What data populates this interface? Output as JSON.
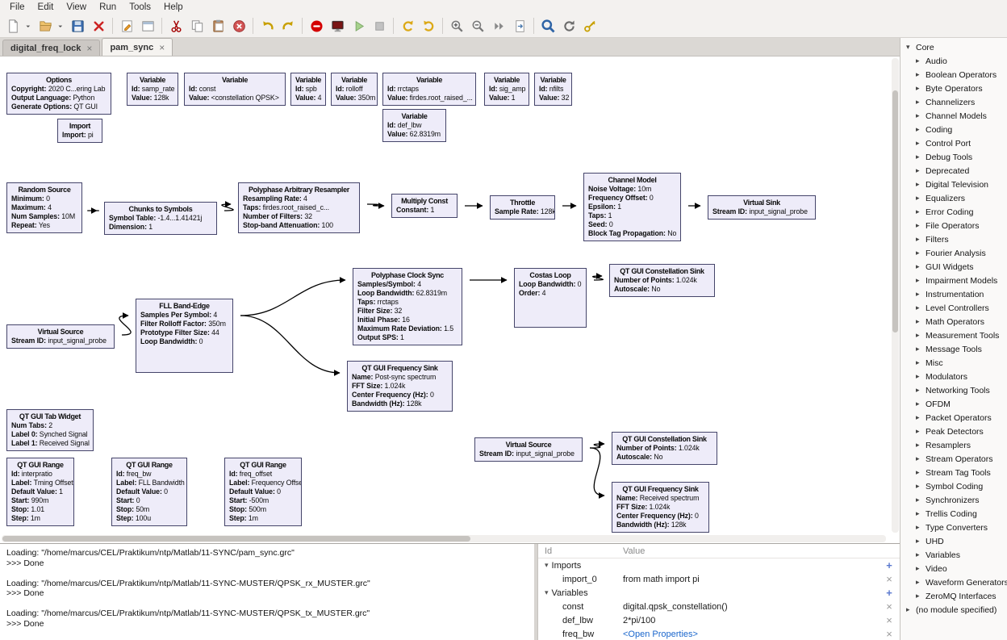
{
  "menubar": {
    "items": [
      "File",
      "Edit",
      "View",
      "Run",
      "Tools",
      "Help"
    ]
  },
  "toolbar": {
    "buttons": [
      "new-flowgraph",
      "dropdown",
      "open-flowgraph",
      "dropdown",
      "save",
      "close",
      "|",
      "screen-capture",
      "flowgraph-properties",
      "|",
      "cut",
      "copy",
      "paste",
      "delete",
      "|",
      "undo",
      "redo",
      "|",
      "errors",
      "generate",
      "execute",
      "kill",
      "|",
      "rotate-ccw",
      "rotate-cw",
      "|",
      "zoom-in",
      "zoom-out",
      "zoom-fit",
      "fit-page",
      "|",
      "find-block",
      "reload-blocks",
      "keys"
    ]
  },
  "tabs": [
    {
      "label": "digital_freq_lock",
      "active": false
    },
    {
      "label": "pam_sync",
      "active": true
    }
  ],
  "colors": {
    "port_complex": "#4085c8",
    "port_float": "#ff9900",
    "port_byte": "#cc4acc",
    "port_message": "#cfcfcf",
    "link": "#1a66cc"
  },
  "blocks": [
    {
      "id": "options",
      "title": "Options",
      "params": [
        [
          "Copyright",
          "2020 C...ering Lab"
        ],
        [
          "Output Language",
          "Python"
        ],
        [
          "Generate Options",
          "QT GUI"
        ]
      ]
    },
    {
      "id": "var_samp_rate",
      "title": "Variable",
      "params": [
        [
          "Id",
          "samp_rate"
        ],
        [
          "Value",
          "128k"
        ]
      ]
    },
    {
      "id": "var_const",
      "title": "Variable",
      "params": [
        [
          "Id",
          "const"
        ],
        [
          "Value",
          "<constellation QPSK>"
        ]
      ]
    },
    {
      "id": "var_spb",
      "title": "Variable",
      "params": [
        [
          "Id",
          "spb"
        ],
        [
          "Value",
          "4"
        ]
      ]
    },
    {
      "id": "var_rolloff",
      "title": "Variable",
      "params": [
        [
          "Id",
          "rolloff"
        ],
        [
          "Value",
          "350m"
        ]
      ]
    },
    {
      "id": "var_rrctaps",
      "title": "Variable",
      "params": [
        [
          "Id",
          "rrctaps"
        ],
        [
          "Value",
          "firdes.root_raised_..."
        ]
      ]
    },
    {
      "id": "var_sig_amp",
      "title": "Variable",
      "params": [
        [
          "Id",
          "sig_amp"
        ],
        [
          "Value",
          "1"
        ]
      ]
    },
    {
      "id": "var_nfilts",
      "title": "Variable",
      "params": [
        [
          "Id",
          "nfilts"
        ],
        [
          "Value",
          "32"
        ]
      ]
    },
    {
      "id": "import_pi",
      "title": "Import",
      "params": [
        [
          "Import",
          "pi"
        ]
      ]
    },
    {
      "id": "var_def_lbw",
      "title": "Variable",
      "params": [
        [
          "Id",
          "def_lbw"
        ],
        [
          "Value",
          "62.8319m"
        ]
      ]
    },
    {
      "id": "random_source",
      "title": "Random Source",
      "params": [
        [
          "Minimum",
          "0"
        ],
        [
          "Maximum",
          "4"
        ],
        [
          "Num Samples",
          "10M"
        ],
        [
          "Repeat",
          "Yes"
        ]
      ]
    },
    {
      "id": "chunks_to_symbols",
      "title": "Chunks to Symbols",
      "params": [
        [
          "Symbol Table",
          "-1.4...1.41421j"
        ],
        [
          "Dimension",
          "1"
        ]
      ]
    },
    {
      "id": "pfb_resampler",
      "title": "Polyphase Arbitrary Resampler",
      "params": [
        [
          "Resampling Rate",
          "4"
        ],
        [
          "Taps",
          "firdes.root_raised_c..."
        ],
        [
          "Number of Filters",
          "32"
        ],
        [
          "Stop-band Attenuation",
          "100"
        ]
      ]
    },
    {
      "id": "multiply_const",
      "title": "Multiply Const",
      "params": [
        [
          "Constant",
          "1"
        ]
      ]
    },
    {
      "id": "throttle",
      "title": "Throttle",
      "params": [
        [
          "Sample Rate",
          "128k"
        ]
      ]
    },
    {
      "id": "channel_model",
      "title": "Channel Model",
      "params": [
        [
          "Noise Voltage",
          "10m"
        ],
        [
          "Frequency Offset",
          "0"
        ],
        [
          "Epsilon",
          "1"
        ],
        [
          "Taps",
          "1"
        ],
        [
          "Seed",
          "0"
        ],
        [
          "Block Tag Propagation",
          "No"
        ]
      ]
    },
    {
      "id": "virtual_sink",
      "title": "Virtual Sink",
      "params": [
        [
          "Stream ID",
          "input_signal_probe"
        ]
      ]
    },
    {
      "id": "polyphase_clock_sync",
      "title": "Polyphase Clock Sync",
      "params": [
        [
          "Samples/Symbol",
          "4"
        ],
        [
          "Loop Bandwidth",
          "62.8319m"
        ],
        [
          "Taps",
          "rrctaps"
        ],
        [
          "Filter Size",
          "32"
        ],
        [
          "Initial Phase",
          "16"
        ],
        [
          "Maximum Rate Deviation",
          "1.5"
        ],
        [
          "Output SPS",
          "1"
        ]
      ]
    },
    {
      "id": "costas_loop",
      "title": "Costas Loop",
      "params": [
        [
          "Loop Bandwidth",
          "0"
        ],
        [
          "Order",
          "4"
        ]
      ]
    },
    {
      "id": "const_sink1",
      "title": "QT GUI Constellation Sink",
      "params": [
        [
          "Number of Points",
          "1.024k"
        ],
        [
          "Autoscale",
          "No"
        ]
      ]
    },
    {
      "id": "virtual_source1",
      "title": "Virtual Source",
      "params": [
        [
          "Stream ID",
          "input_signal_probe"
        ]
      ]
    },
    {
      "id": "fll_band_edge",
      "title": "FLL Band-Edge",
      "params": [
        [
          "Samples Per Symbol",
          "4"
        ],
        [
          "Filter Rolloff Factor",
          "350m"
        ],
        [
          "Prototype Filter Size",
          "44"
        ],
        [
          "Loop Bandwidth",
          "0"
        ]
      ]
    },
    {
      "id": "freq_sink1",
      "title": "QT GUI Frequency Sink",
      "params": [
        [
          "Name",
          "Post-sync spectrum"
        ],
        [
          "FFT Size",
          "1.024k"
        ],
        [
          "Center Frequency (Hz)",
          "0"
        ],
        [
          "Bandwidth (Hz)",
          "128k"
        ]
      ]
    },
    {
      "id": "tab_widget",
      "title": "QT GUI Tab Widget",
      "params": [
        [
          "Num Tabs",
          "2"
        ],
        [
          "Label 0",
          "Synched Signal"
        ],
        [
          "Label 1",
          "Received Signal"
        ]
      ]
    },
    {
      "id": "range_interpratio",
      "title": "QT GUI Range",
      "params": [
        [
          "Id",
          "interpratio"
        ],
        [
          "Label",
          "Tming Offset"
        ],
        [
          "Default Value",
          "1"
        ],
        [
          "Start",
          "990m"
        ],
        [
          "Stop",
          "1.01"
        ],
        [
          "Step",
          "1m"
        ]
      ]
    },
    {
      "id": "range_freq_bw",
      "title": "QT GUI Range",
      "params": [
        [
          "Id",
          "freq_bw"
        ],
        [
          "Label",
          "FLL Bandwidth"
        ],
        [
          "Default Value",
          "0"
        ],
        [
          "Start",
          "0"
        ],
        [
          "Stop",
          "50m"
        ],
        [
          "Step",
          "100u"
        ]
      ]
    },
    {
      "id": "range_freq_offset",
      "title": "QT GUI Range",
      "params": [
        [
          "Id",
          "freq_offset"
        ],
        [
          "Label",
          "Frequency Offset"
        ],
        [
          "Default Value",
          "0"
        ],
        [
          "Start",
          "-500m"
        ],
        [
          "Stop",
          "500m"
        ],
        [
          "Step",
          "1m"
        ]
      ]
    },
    {
      "id": "virtual_source2",
      "title": "Virtual Source",
      "params": [
        [
          "Stream ID",
          "input_signal_probe"
        ]
      ]
    },
    {
      "id": "const_sink2",
      "title": "QT GUI Constellation Sink",
      "params": [
        [
          "Number of Points",
          "1.024k"
        ],
        [
          "Autoscale",
          "No"
        ]
      ]
    },
    {
      "id": "freq_sink2",
      "title": "QT GUI Frequency Sink",
      "params": [
        [
          "Name",
          "Received spectrum"
        ],
        [
          "FFT Size",
          "1.024k"
        ],
        [
          "Center Frequency (Hz)",
          "0"
        ],
        [
          "Bandwidth (Hz)",
          "128k"
        ]
      ]
    }
  ],
  "connections": [
    [
      "random_source",
      "chunks_to_symbols"
    ],
    [
      "chunks_to_symbols",
      "pfb_resampler"
    ],
    [
      "pfb_resampler",
      "multiply_const"
    ],
    [
      "multiply_const",
      "throttle"
    ],
    [
      "throttle",
      "channel_model"
    ],
    [
      "channel_model",
      "virtual_sink"
    ],
    [
      "virtual_source1",
      "fll_band_edge"
    ],
    [
      "fll_band_edge",
      "polyphase_clock_sync"
    ],
    [
      "fll_band_edge",
      "freq_sink1"
    ],
    [
      "polyphase_clock_sync",
      "costas_loop"
    ],
    [
      "costas_loop",
      "const_sink1"
    ],
    [
      "virtual_source2",
      "const_sink2"
    ],
    [
      "virtual_source2",
      "freq_sink2"
    ]
  ],
  "library": {
    "root": "Core",
    "categories": [
      "Audio",
      "Boolean Operators",
      "Byte Operators",
      "Channelizers",
      "Channel Models",
      "Coding",
      "Control Port",
      "Debug Tools",
      "Deprecated",
      "Digital Television",
      "Equalizers",
      "Error Coding",
      "File Operators",
      "Filters",
      "Fourier Analysis",
      "GUI Widgets",
      "Impairment Models",
      "Instrumentation",
      "Level Controllers",
      "Math Operators",
      "Measurement Tools",
      "Message Tools",
      "Misc",
      "Modulators",
      "Networking Tools",
      "OFDM",
      "Packet Operators",
      "Peak Detectors",
      "Resamplers",
      "Stream Operators",
      "Stream Tag Tools",
      "Symbol Coding",
      "Synchronizers",
      "Trellis Coding",
      "Type Converters",
      "UHD",
      "Variables",
      "Video",
      "Waveform Generators",
      "ZeroMQ Interfaces"
    ],
    "footer": "(no module specified)"
  },
  "console": {
    "lines": [
      "Loading: \"/home/marcus/CEL/Praktikum/ntp/Matlab/11-SYNC/pam_sync.grc\"",
      ">>> Done",
      "",
      "Loading: \"/home/marcus/CEL/Praktikum/ntp/Matlab/11-SYNC-MUSTER/QPSK_rx_MUSTER.grc\"",
      ">>> Done",
      "",
      "Loading: \"/home/marcus/CEL/Praktikum/ntp/Matlab/11-SYNC-MUSTER/QPSK_tx_MUSTER.grc\"",
      ">>> Done"
    ]
  },
  "inspector": {
    "columns": [
      "Id",
      "Value"
    ],
    "groups": [
      {
        "name": "Imports",
        "rows": [
          {
            "id": "import_0",
            "value": "from math import pi"
          }
        ]
      },
      {
        "name": "Variables",
        "rows": [
          {
            "id": "const",
            "value": "digital.qpsk_constellation()"
          },
          {
            "id": "def_lbw",
            "value": "2*pi/100"
          },
          {
            "id": "freq_bw",
            "value": "<Open Properties>",
            "is_link": true
          }
        ]
      }
    ]
  }
}
